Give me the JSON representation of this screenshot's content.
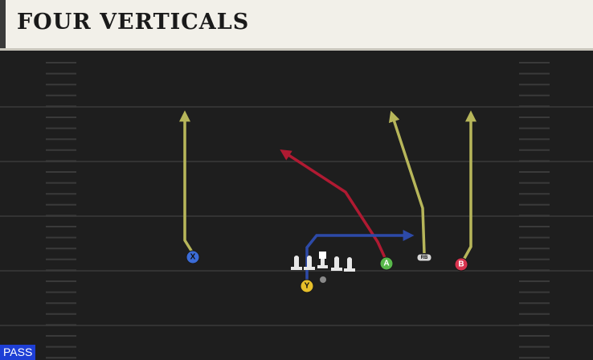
{
  "play": {
    "title": "FOUR VERTICALS",
    "type_badge": "PASS"
  },
  "colors": {
    "field": "#1e1e1e",
    "yard_line": "#333333",
    "hash": "#3a3a3a",
    "route_yellow": "#b7b65a",
    "route_red": "#b01a32",
    "route_blue": "#2d4aa8",
    "lineman": "#e8e8e8"
  },
  "players": {
    "x": {
      "label": "X",
      "color": "#3b6cd8"
    },
    "y": {
      "label": "Y",
      "color": "#e6bf2a"
    },
    "a": {
      "label": "A",
      "color": "#58b84a"
    },
    "b": {
      "label": "B",
      "color": "#d8334e"
    },
    "rb": {
      "label": "RB"
    }
  }
}
